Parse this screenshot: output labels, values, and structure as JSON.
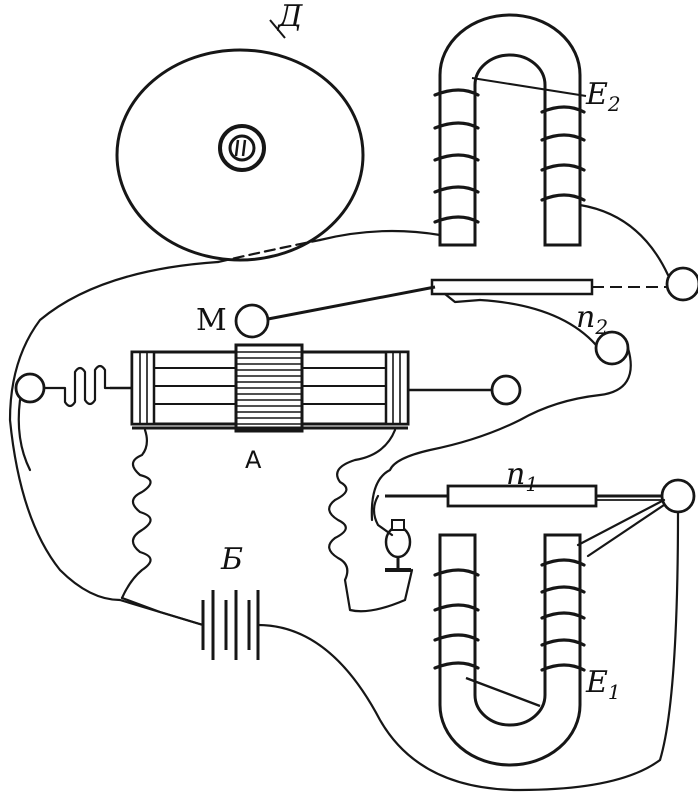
{
  "labels": {
    "disk": "Д",
    "magnet_top": "E",
    "magnet_top_sub": "2",
    "contact": "M",
    "tube_top": "n",
    "tube_top_sub": "2",
    "armature": "A",
    "tube_bottom": "n",
    "tube_bottom_sub": "1",
    "battery": "Б",
    "magnet_bottom": "E",
    "magnet_bottom_sub": "1"
  }
}
